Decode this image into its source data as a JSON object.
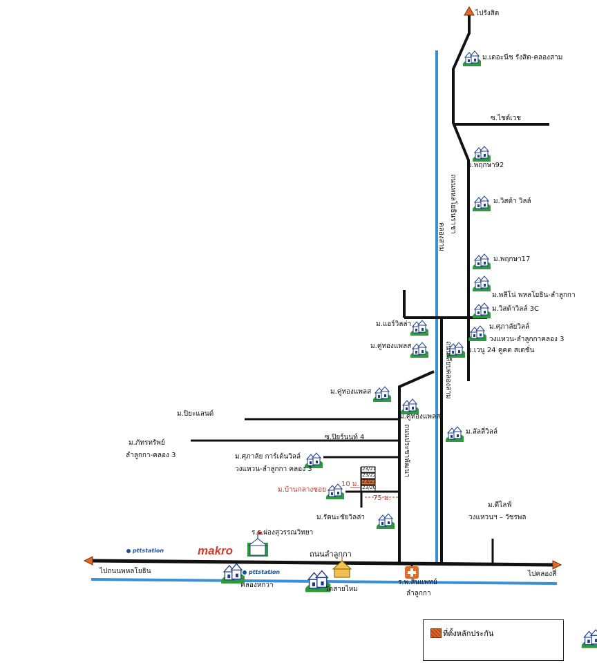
{
  "labels": {
    "to_rangsit": "ไปรังสิต",
    "the_nice": "ม.เดอะนีช รังสิต-คลองสาม",
    "soi_chaiwet": "ซ.ไชต์เวช",
    "pruksa92": "ม.พฤกษา92",
    "wista_ville": "ม.วิสต้า วิลล์",
    "road_vertical_right": "ถนนพหลโยธินราชา",
    "khlong_label": "คลองสาม",
    "pruksa17": "ม.พฤกษา17",
    "pleno": "ม.พลีโน่ พหลโยธิน-ลำลูกกา",
    "wista3c": "ม.วิสต้าวิลล์ 3C",
    "supalai_ville": "ม.ศุภาลัยวิลล์",
    "supalai_ville_sub": "วงแหวน-ลำลูกกาคลอง 3",
    "venue24": "ม.เวนู 24 คูคต สเตชั่น",
    "air_villa": "ม.แอร์วิลล่า",
    "khu_thong_1": "ม.คู่ทองแพลส",
    "khu_thong_2": "ม.คู่ทองแพลส",
    "khu_thong_3": "ม.คู่ทองแพลส",
    "road_khlong_sam": "ถนนเลียบคลองสาม",
    "piya_land": "ม.ปิยะแลนด์",
    "pattarasap": "ม.ภัทรทรัพย์",
    "pattarasap_sub": "ลำลูกกา-คลอง 3",
    "soi_piyarom": "ซ.ปิยร์นนท์ 4",
    "lalisa": "ม.ลัลลี่วิลล์",
    "road_pracha": "ถนนประชาพัฒนา",
    "supalai_garden": "ม.ศุภาลัย การ์เด้นวิลล์",
    "supalai_garden_sub": "วงแหวน-ลำลูกกา คลอง 3",
    "plot_numbers": [
      "23/21",
      "23/22",
      "23/23",
      "23/20"
    ],
    "ban_klang_soi": "ม.บ้านกลางซอย",
    "dist_10": "10 ม.",
    "dist_75": "75 ม.",
    "rattana": "ม.รัตนะชัยวิลล่า",
    "d_life": "ม.ดีไลฟ์",
    "d_life_sub": "วงแหวนฯ – วัชรพล",
    "school": "ร.ร.ผ่องสุวรรณวิทยา",
    "makro": "makro",
    "ptt1": "pttstation",
    "ptt2": "pttstation",
    "road_lamlukka": "ถนนลำลูกกา",
    "to_phahon": "ไปถนนพหลโยธิน",
    "khlong_hok_wa": "คลองหกวา",
    "wat_sai_mai": "วัดสายไหม",
    "hospital": "ร.พ.สินแพทย์",
    "hospital_sub": "ลำลูกกา",
    "to_khlong_si": "ไปคลองสี่"
  },
  "legend": {
    "text": "ที่ตั้งหลักประกัน",
    "swatch_color": "#e06a2a"
  },
  "colors": {
    "road": "#111111",
    "canal": "#3a8fd6",
    "arrow": "#e06a2a",
    "house_outline": "#1b3a8a",
    "house_bg": "#2e9b3a"
  }
}
